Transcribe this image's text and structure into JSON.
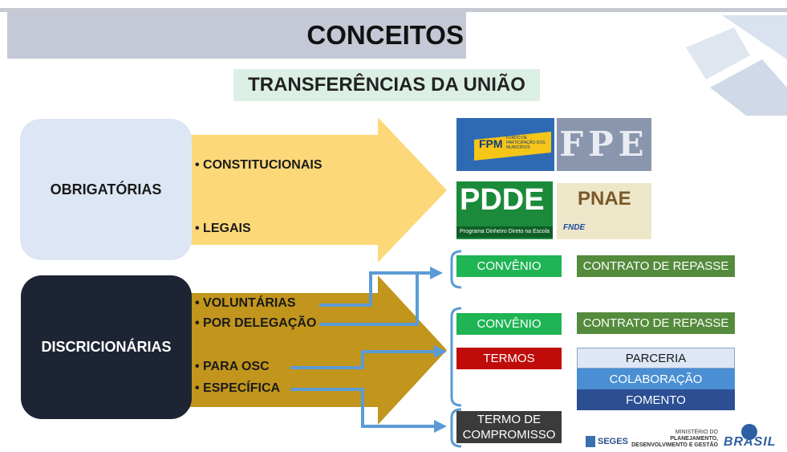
{
  "title": "CONCEITOS",
  "subtitle": "TRANSFERÊNCIAS DA UNIÃO",
  "mandatory": {
    "label": "OBRIGATÓRIAS",
    "items": [
      "CONSTITUCIONAIS",
      "LEGAIS"
    ]
  },
  "discretionary": {
    "label": "DISCRICIONÁRIAS",
    "items": [
      "VOLUNTÁRIAS",
      "POR DELEGAÇÃO",
      "PARA OSC",
      "ESPECÍFICA"
    ]
  },
  "logos": {
    "fpm": "FPM",
    "fpm_caption": "FUNDO DE PARTICIPAÇÃO DOS MUNICÍPIOS",
    "fpe": "FPE",
    "pdde": "PDDE",
    "pdde_caption": "Programa Dinheiro Direto na Escola",
    "pnae": "PNAE",
    "fnde": "FNDE"
  },
  "targets": {
    "group1": {
      "convenio": "CONVÊNIO",
      "contrato": "CONTRATO DE REPASSE"
    },
    "group2": {
      "convenio": "CONVÊNIO",
      "contrato": "CONTRATO DE REPASSE",
      "termos": "TERMOS",
      "parceria": "PARCERIA",
      "colaboracao": "COLABORAÇÃO",
      "fomento": "FOMENTO"
    },
    "group3": {
      "termo": "TERMO DE COMPROMISSO"
    }
  },
  "footer": {
    "seges": "SEGES",
    "ministerio_line1": "MINISTÉRIO DO",
    "ministerio_line2": "PLANEJAMENTO,",
    "ministerio_line3": "DESENVOLVIMENTO E GESTÃO",
    "brasil": "BRASIL"
  },
  "colors": {
    "mandatory_arrow": "#fcd879",
    "discretionary_arrow": "#c2951c",
    "connector": "#5b9bd5"
  }
}
